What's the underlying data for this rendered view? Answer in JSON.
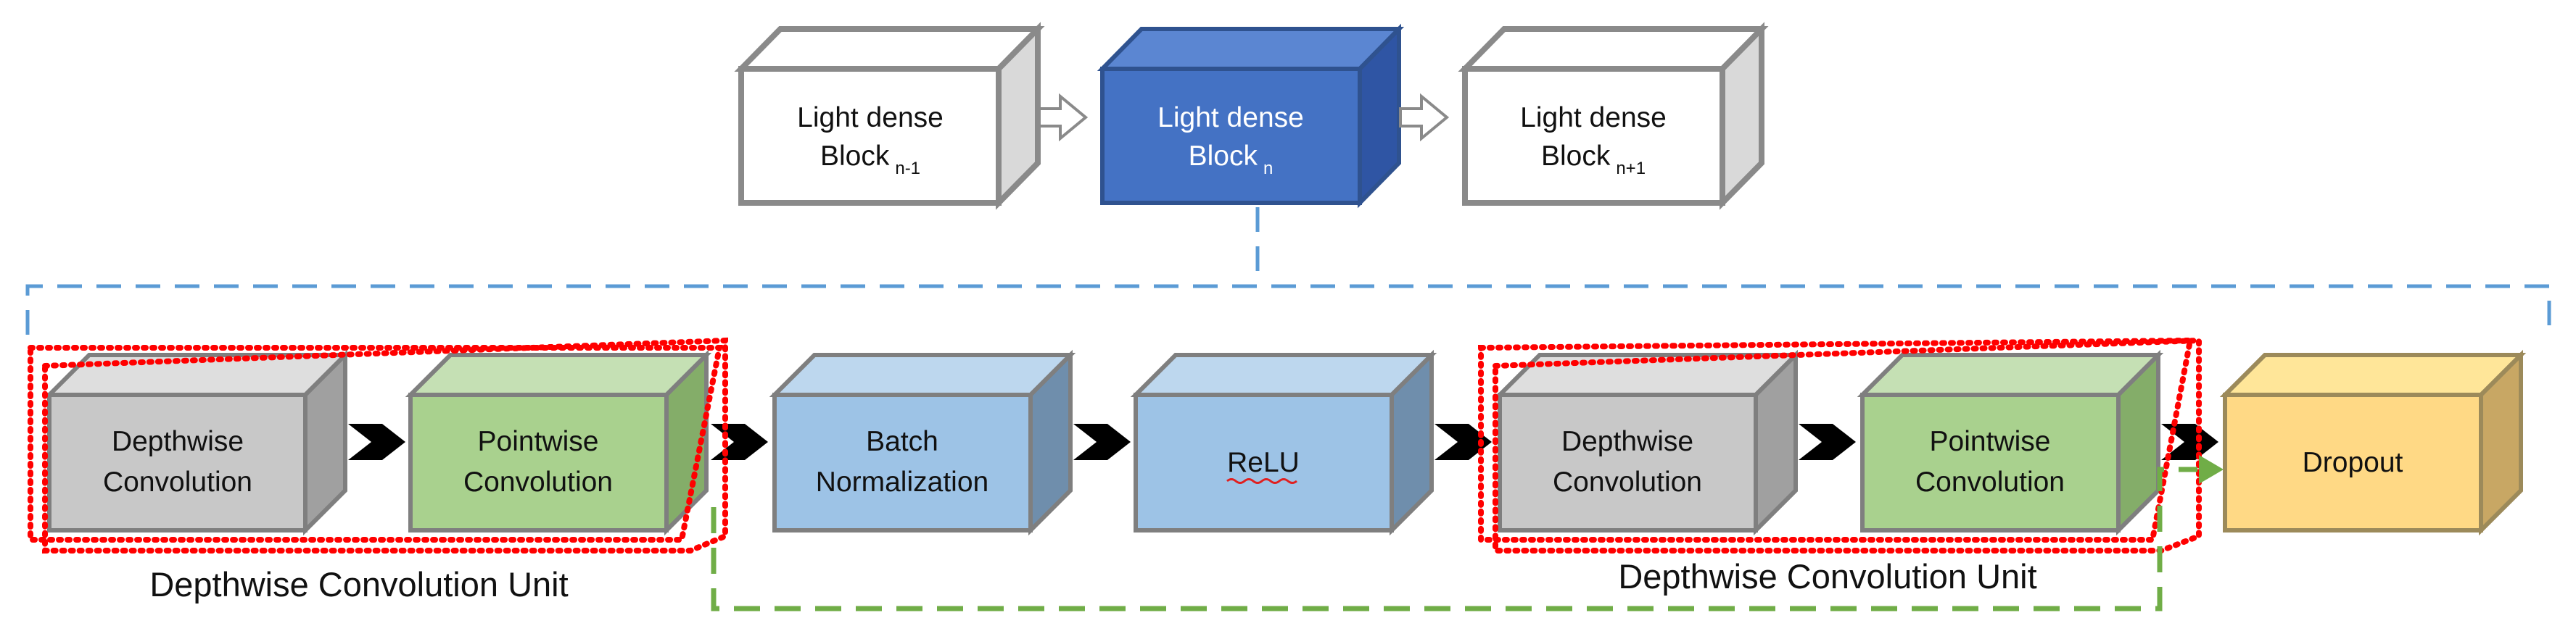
{
  "top_blocks": [
    {
      "line1": "Light dense",
      "base": "Block",
      "sub": "n-1"
    },
    {
      "line1": "Light dense",
      "base": "Block",
      "sub": "n"
    },
    {
      "line1": "Light dense",
      "base": "Block",
      "sub": "n+1"
    }
  ],
  "units": [
    {
      "line1": "Depthwise",
      "line2": "Convolution"
    },
    {
      "line1": "Pointwise",
      "line2": "Convolution"
    },
    {
      "line1": "Batch",
      "line2": "Normalization"
    },
    {
      "line1": "ReLU",
      "line2": ""
    },
    {
      "line1": "Depthwise",
      "line2": "Convolution"
    },
    {
      "line1": "Pointwise",
      "line2": "Convolution"
    },
    {
      "line1": "Dropout",
      "line2": ""
    }
  ],
  "group_captions": {
    "left": "Depthwise Convolution Unit",
    "right": "Depthwise Convolution Unit"
  },
  "colors": {
    "white_block": "#ffffff",
    "active_block": "#4472c4",
    "depthwise": "#c8c8c8",
    "pointwise": "#a9d18e",
    "batchnorm_relu": "#9dc3e6",
    "dropout": "#ffd985",
    "dotted_group": "#ff0000",
    "expand_dashed": "#5b9bd5",
    "skip_dashed": "#70ad47"
  }
}
